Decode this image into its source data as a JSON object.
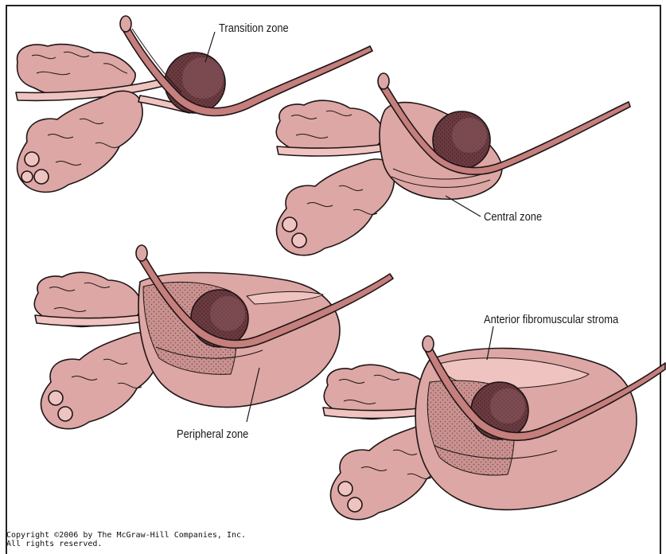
{
  "labels": {
    "transition_zone": "Transition zone",
    "central_zone": "Central zone",
    "peripheral_zone": "Peripheral zone",
    "anterior_stroma": "Anterior fibromuscular stroma"
  },
  "copyright": {
    "line1": "Copyright ©2006 by The McGraw-Hill Companies, Inc.",
    "line2": "All rights reserved."
  },
  "colors": {
    "tissue": "#dca7a4",
    "tissue_light": "#efc4c0",
    "tissue_dark": "#b57776",
    "zone_dark": "#5a3136",
    "urethra": "#c57f7c",
    "outline": "#1f1416"
  }
}
